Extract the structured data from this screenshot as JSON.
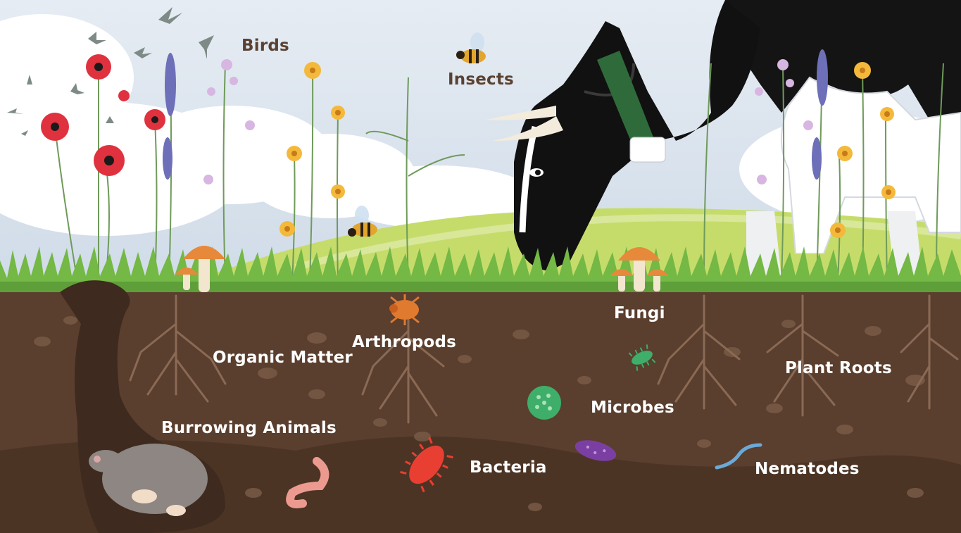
{
  "labels": {
    "birds": "Birds",
    "insects": "Insects",
    "fungi": "Fungi",
    "arthropods": "Arthropods",
    "organic_matter": "Organic Matter",
    "plant_roots": "Plant Roots",
    "microbes": "Microbes",
    "burrowing_animals": "Burrowing Animals",
    "bacteria": "Bacteria",
    "nematodes": "Nematodes"
  },
  "colors": {
    "sky": "#dde6ef",
    "cloud": "#ffffff",
    "hill": "#c6dc6a",
    "grass": "#74b845",
    "soil": "#5a3e2e",
    "soil_dark": "#4a3223",
    "label_above": "#5a4232",
    "label_below": "#ffffff"
  },
  "icons": [
    "bird-icon",
    "bee-icon",
    "cow-icon",
    "mushroom-icon",
    "poppy-icon",
    "lavender-icon",
    "buttercup-icon",
    "mole-icon",
    "earthworm-icon",
    "mite-icon",
    "microbe-icon",
    "bacterium-icon",
    "nematode-icon"
  ]
}
